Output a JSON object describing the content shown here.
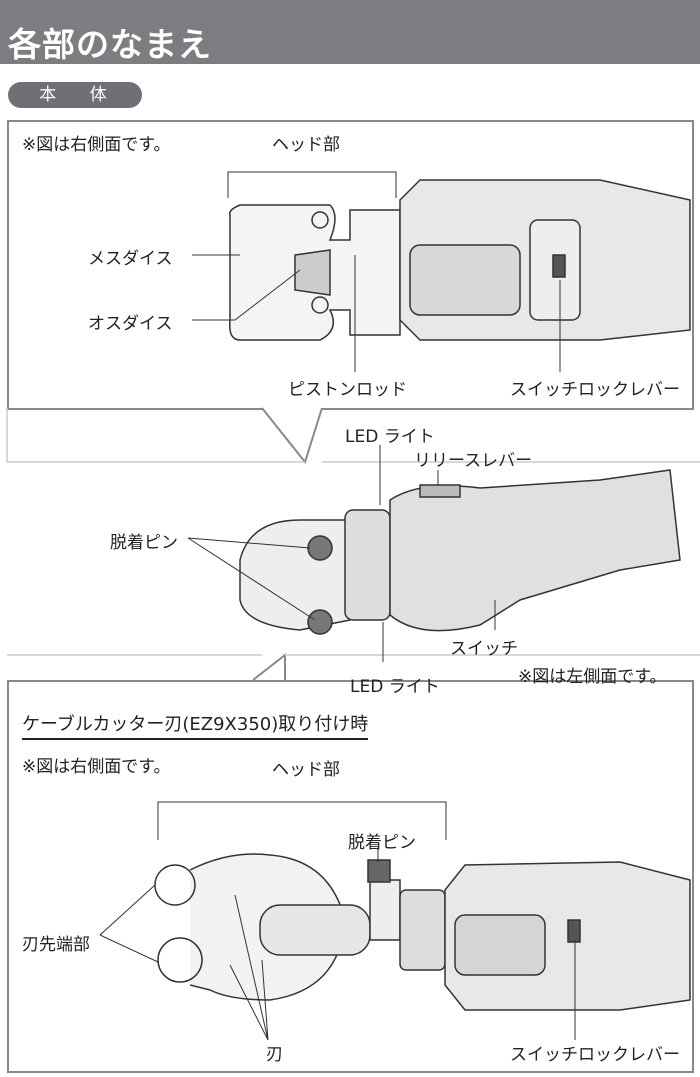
{
  "header": {
    "title": "各部のなまえ"
  },
  "section_pill": "本 体",
  "top_panel": {
    "note": "※図は右側面です。",
    "head": "ヘッド部",
    "female_die": "メスダイス",
    "male_die": "オスダイス",
    "piston_rod": "ピストンロッド",
    "switch_lock_lever": "スイッチロックレバー"
  },
  "middle_panel": {
    "led_light_top": "LED ライト",
    "release_lever": "リリースレバー",
    "detach_pin": "脱着ピン",
    "switch": "スイッチ",
    "led_light_bottom": "LED ライト",
    "note": "※図は左側面です。"
  },
  "bottom_panel": {
    "title": "ケーブルカッター刃(EZ9X350)取り付け時",
    "note": "※図は右側面です。",
    "head": "ヘッド部",
    "detach_pin": "脱着ピン",
    "blade_tip": "刃先端部",
    "blade": "刃",
    "switch_lock_lever": "スイッチロックレバー"
  }
}
